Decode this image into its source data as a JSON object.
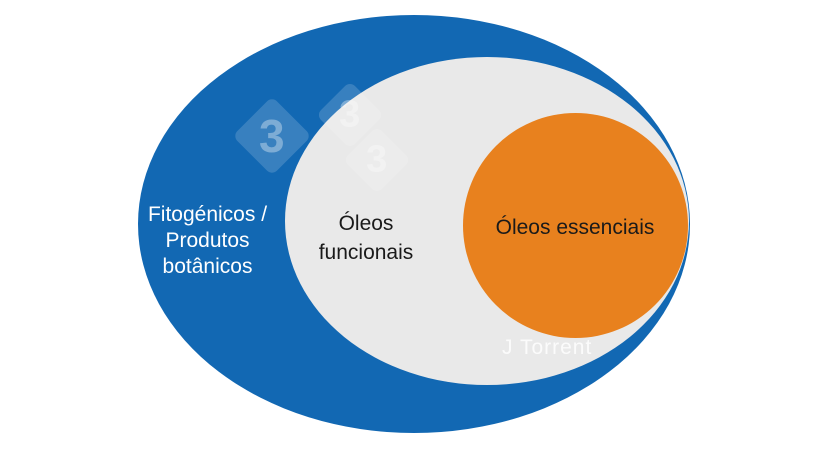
{
  "diagram": {
    "title_none": "",
    "outer": {
      "id": "fitogenicos-produtos-botanicos",
      "lines": [
        "Fitogénicos /",
        "Produtos",
        "botânicos"
      ]
    },
    "middle": {
      "id": "oleos-funcionais",
      "lines": [
        "Óleos",
        "funcionais"
      ]
    },
    "inner": {
      "id": "oleos-essenciais",
      "label": "Óleos essenciais"
    },
    "watermark": {
      "digits": [
        "3",
        "3",
        "3"
      ],
      "credit": "J Torrent"
    },
    "colors": {
      "outer": "#1268b3",
      "middle": "#e9e9e9",
      "inner": "#e8811e",
      "outer_text": "#ffffff",
      "dark_text": "#1a1a1a"
    }
  }
}
